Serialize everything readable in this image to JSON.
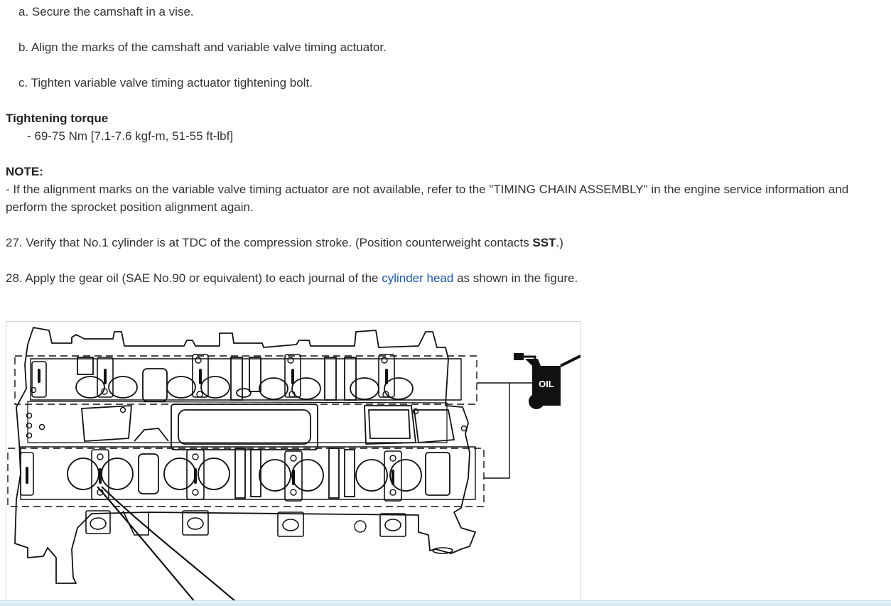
{
  "steps_sub": [
    "a. Secure the camshaft in a vise.",
    "b. Align the marks of the camshaft and variable valve timing actuator.",
    "c. Tighten variable valve timing actuator tightening bolt."
  ],
  "torque": {
    "heading": "Tightening torque",
    "value": "-  69-75 Nm [7.1-7.6 kgf-m, 51-55 ft-lbf]"
  },
  "note": {
    "heading": "NOTE:",
    "text": " -  If the alignment marks on the variable valve timing actuator are not available, refer to the \"TIMING CHAIN ASSEMBLY\" in the engine service information and perform the sprocket position alignment again."
  },
  "step27": {
    "prefix": "27. Verify that No.1 cylinder is at TDC of the compression stroke. (Position counterweight contacts ",
    "bold": "SST",
    "suffix": ".)"
  },
  "step28": {
    "prefix": "28. Apply the gear oil (SAE No.90 or equivalent) to each journal of the ",
    "link": "cylinder head",
    "suffix": " as shown in the figure."
  },
  "figure": {
    "oil_label": "OIL"
  }
}
